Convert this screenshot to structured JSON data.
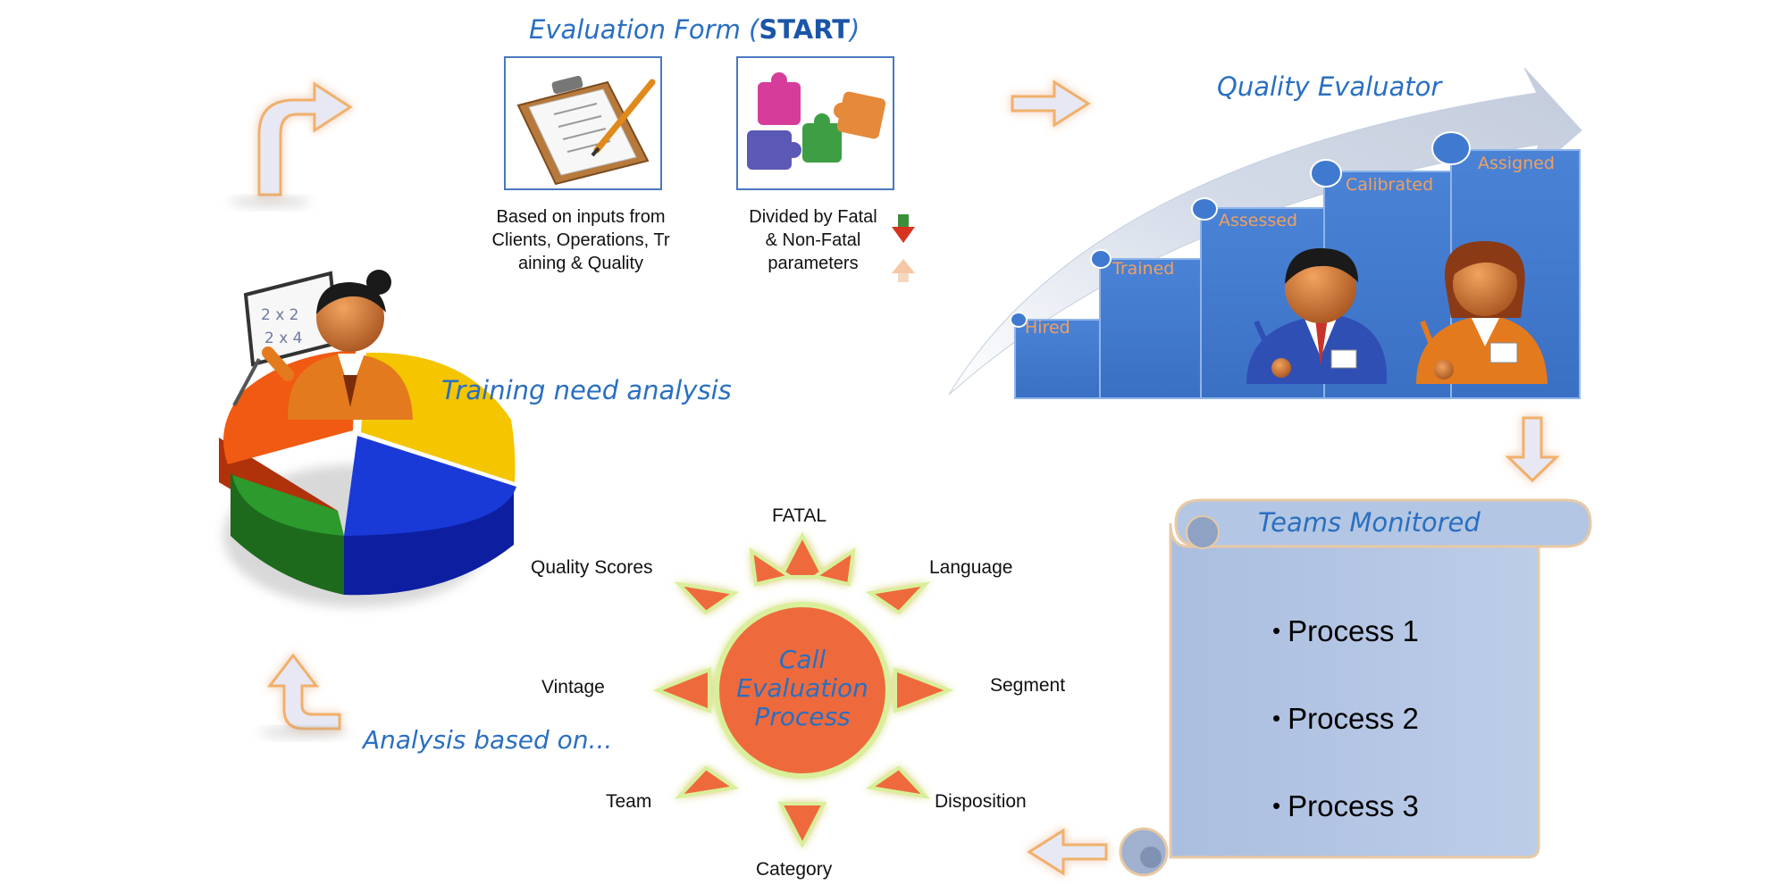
{
  "evaluation_form": {
    "title_prefix": "Evaluation Form (",
    "title_bold": "START",
    "title_suffix": ")",
    "caption_left": [
      "Based on inputs from",
      "Clients, Operations, Tr",
      "aining & Quality"
    ],
    "caption_right": [
      "Divided by Fatal",
      "& Non-Fatal",
      "parameters"
    ]
  },
  "quality_evaluator": {
    "title": "Quality Evaluator",
    "steps": [
      "Hired",
      "Trained",
      "Assessed",
      "Calibrated",
      "Assigned"
    ]
  },
  "training": {
    "title": "Training need analysis"
  },
  "teams": {
    "title": "Teams Monitored",
    "processes": [
      "Process 1",
      "Process 2",
      "Process 3"
    ]
  },
  "analysis": {
    "title": "Analysis based on...",
    "center": [
      "Call",
      "Evaluation",
      "Process"
    ],
    "spokes": {
      "top": "FATAL",
      "top_right": "Language",
      "right": "Segment",
      "bottom_right": "Disposition",
      "bottom": "Category",
      "bottom_left": "Team",
      "left": "Vintage",
      "top_left": "Quality Scores"
    }
  },
  "colors": {
    "heading_blue": "#2a6fc0",
    "step_blue": "#3f7ad0",
    "step_label": "#f0a060",
    "scroll_fill": "#b3c6e4",
    "scroll_border": "#e8c9a4",
    "sun_orange": "#ee6a3e",
    "sun_glow": "#d9ef9a",
    "arrow_fill": "#e7e8f3",
    "arrow_glow": "#f6c78a"
  },
  "icons": {
    "clipboard": "clipboard-checklist-icon",
    "puzzle": "puzzle-pieces-icon",
    "trainer": "trainer-at-whiteboard-icon",
    "pie": "pie-chart-icon",
    "evaluator_male": "male-evaluator-icon",
    "evaluator_female": "female-evaluator-icon",
    "fatal_down": "red-down-arrow-icon",
    "nonfatal_up": "peach-up-arrow-icon"
  }
}
